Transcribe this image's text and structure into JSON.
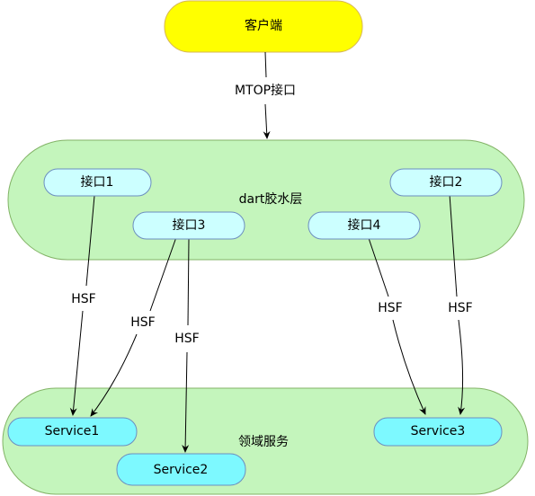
{
  "colors": {
    "client_fill": "#ffff00",
    "client_stroke": "#d6b656",
    "layer_fill": "#c4f5bc",
    "layer_stroke": "#82b366",
    "node_fill": "#ccffff",
    "node_stroke": "#6c8ebf",
    "service_fill": "#7df9ff",
    "line": "#000000"
  },
  "nodes": {
    "client": "客户端",
    "glue_layer": "dart胶水层",
    "api1": "接口1",
    "api2": "接口2",
    "api3": "接口3",
    "api4": "接口4",
    "domain_layer": "领域服务",
    "service1": "Service1",
    "service2": "Service2",
    "service3": "Service3"
  },
  "edges": {
    "client_to_glue": "MTOP接口",
    "api1_to_service1": "HSF",
    "api3_to_service1": "HSF",
    "api3_to_service2": "HSF",
    "api4_to_service3": "HSF",
    "api2_to_service3": "HSF"
  }
}
